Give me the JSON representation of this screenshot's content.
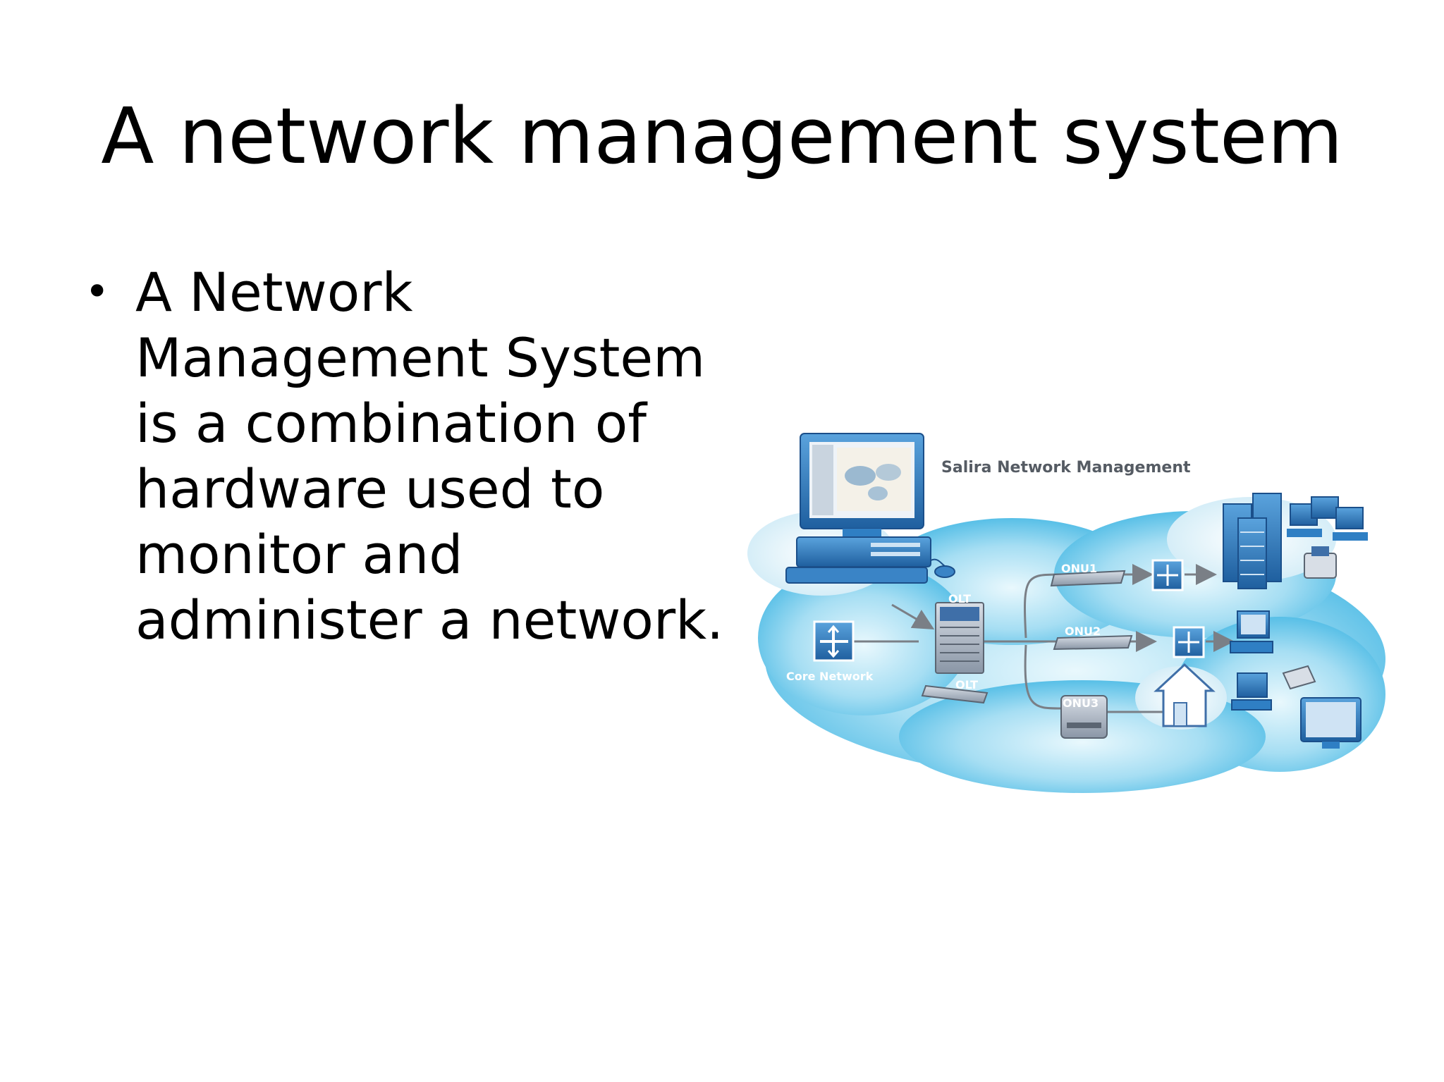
{
  "slide": {
    "title": "A network management system",
    "bullet_lines": [
      "A Network",
      "Management System",
      "is a combination of",
      "hardware used to",
      "monitor and",
      "administer a network."
    ]
  },
  "diagram": {
    "heading": "Salira Network Management",
    "labels": {
      "core_network": "Core Network",
      "olt_top": "OLT",
      "olt_bottom": "OLT",
      "onu1": "ONU1",
      "onu2": "ONU2",
      "onu3": "ONU3"
    },
    "colors": {
      "cloud_light": "#e6f6fc",
      "cloud_mid": "#9fdcf2",
      "cloud_dark": "#3fb6e4",
      "device_blue": "#2f7fc4",
      "device_dark": "#1b4f8a",
      "line_gray": "#7a7f86"
    }
  }
}
